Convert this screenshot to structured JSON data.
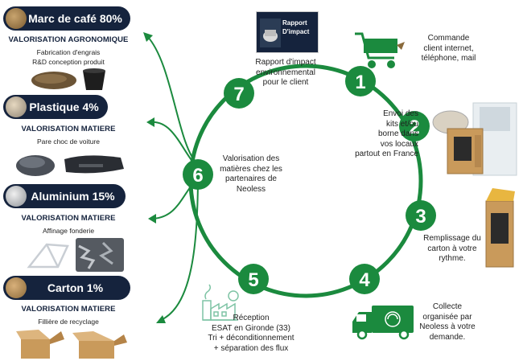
{
  "sections": [
    {
      "title": "Marc de café 80%",
      "category": "VALORISATION AGRONOMIQUE",
      "lines": [
        "Fabrication d'engrais",
        "R&D conception produit"
      ]
    },
    {
      "title": "Plastique 4%",
      "category": "VALORISATION MATIERE",
      "lines": [
        "Pare choc de voiture"
      ]
    },
    {
      "title": "Aluminium 15%",
      "category": "VALORISATION MATIERE",
      "lines": [
        "Affinage fonderie"
      ]
    },
    {
      "title": "Carton 1%",
      "category": "VALORISATION MATIERE",
      "lines": [
        "Fillière de recyclage"
      ]
    }
  ],
  "steps": [
    {
      "number": "1",
      "text": [
        "Commande",
        "client internet,",
        "téléphone, mail"
      ]
    },
    {
      "number": "2",
      "text": [
        "Envoi des",
        "kits et/ou",
        "borne dans",
        "vos locaux",
        "partout en France"
      ]
    },
    {
      "number": "3",
      "text": [
        "Remplissage du",
        "carton à votre",
        "rythme."
      ]
    },
    {
      "number": "4",
      "text": [
        "Collecte",
        "organisée par",
        "Neoless à votre",
        "demande."
      ]
    },
    {
      "number": "5",
      "text": [
        "Réception",
        "ESAT en Gironde (33)",
        "Tri + déconditionnement",
        "+ séparation des flux"
      ]
    },
    {
      "number": "6",
      "text": [
        "Valorisation des",
        "matières chez les",
        "partenaires de",
        "Neoless"
      ]
    },
    {
      "number": "7",
      "text": [
        "Rapport d'impact",
        "environnemental",
        "pour le client"
      ]
    }
  ],
  "report_thumbnail": {
    "lines": [
      "Rapport",
      "D'impact"
    ]
  },
  "colors": {
    "accent": "#1b8a3e",
    "navy": "#15233d"
  }
}
